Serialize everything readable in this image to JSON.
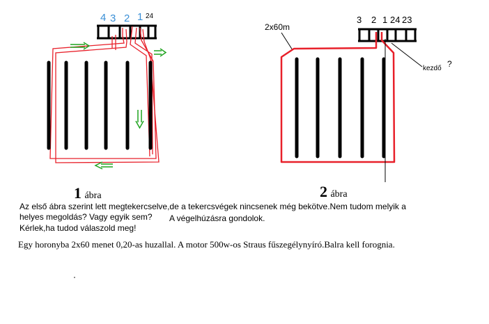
{
  "figure1": {
    "slot_numbers": [
      "4",
      "3",
      "2",
      "1"
    ],
    "slot_number_end": "24",
    "label_num": "1",
    "label_word": "ábra",
    "colors": {
      "slots": "#3a8fd6",
      "wire": "#e8202a",
      "arrows": "#1fa31f",
      "bars": "#000000"
    }
  },
  "figure2": {
    "slot_numbers": [
      "3",
      "2",
      "1",
      "24",
      "23"
    ],
    "wire_label": "2x60m",
    "start_label": "kezdő",
    "start_mark": "?",
    "label_num": "2",
    "label_word": "ábra",
    "colors": {
      "wire": "#e8202a",
      "bars": "#000000"
    }
  },
  "text": {
    "line1": "Az első ábra szerint lett megtekercselve,de a tekercsvégek nincsenek még bekötve.Nem tudom melyik a",
    "line2_a": "helyes megoldás? Vagy egyik sem?",
    "line2_b": "A végelhúzásra gondolok.",
    "line3": "Kérlek,ha tudod válaszold meg!",
    "line4": "Egy horonyba 2x60 menet 0,20-as huzallal. A motor 500w-os Straus fűszegélynyíró.Balra kell forognia."
  }
}
